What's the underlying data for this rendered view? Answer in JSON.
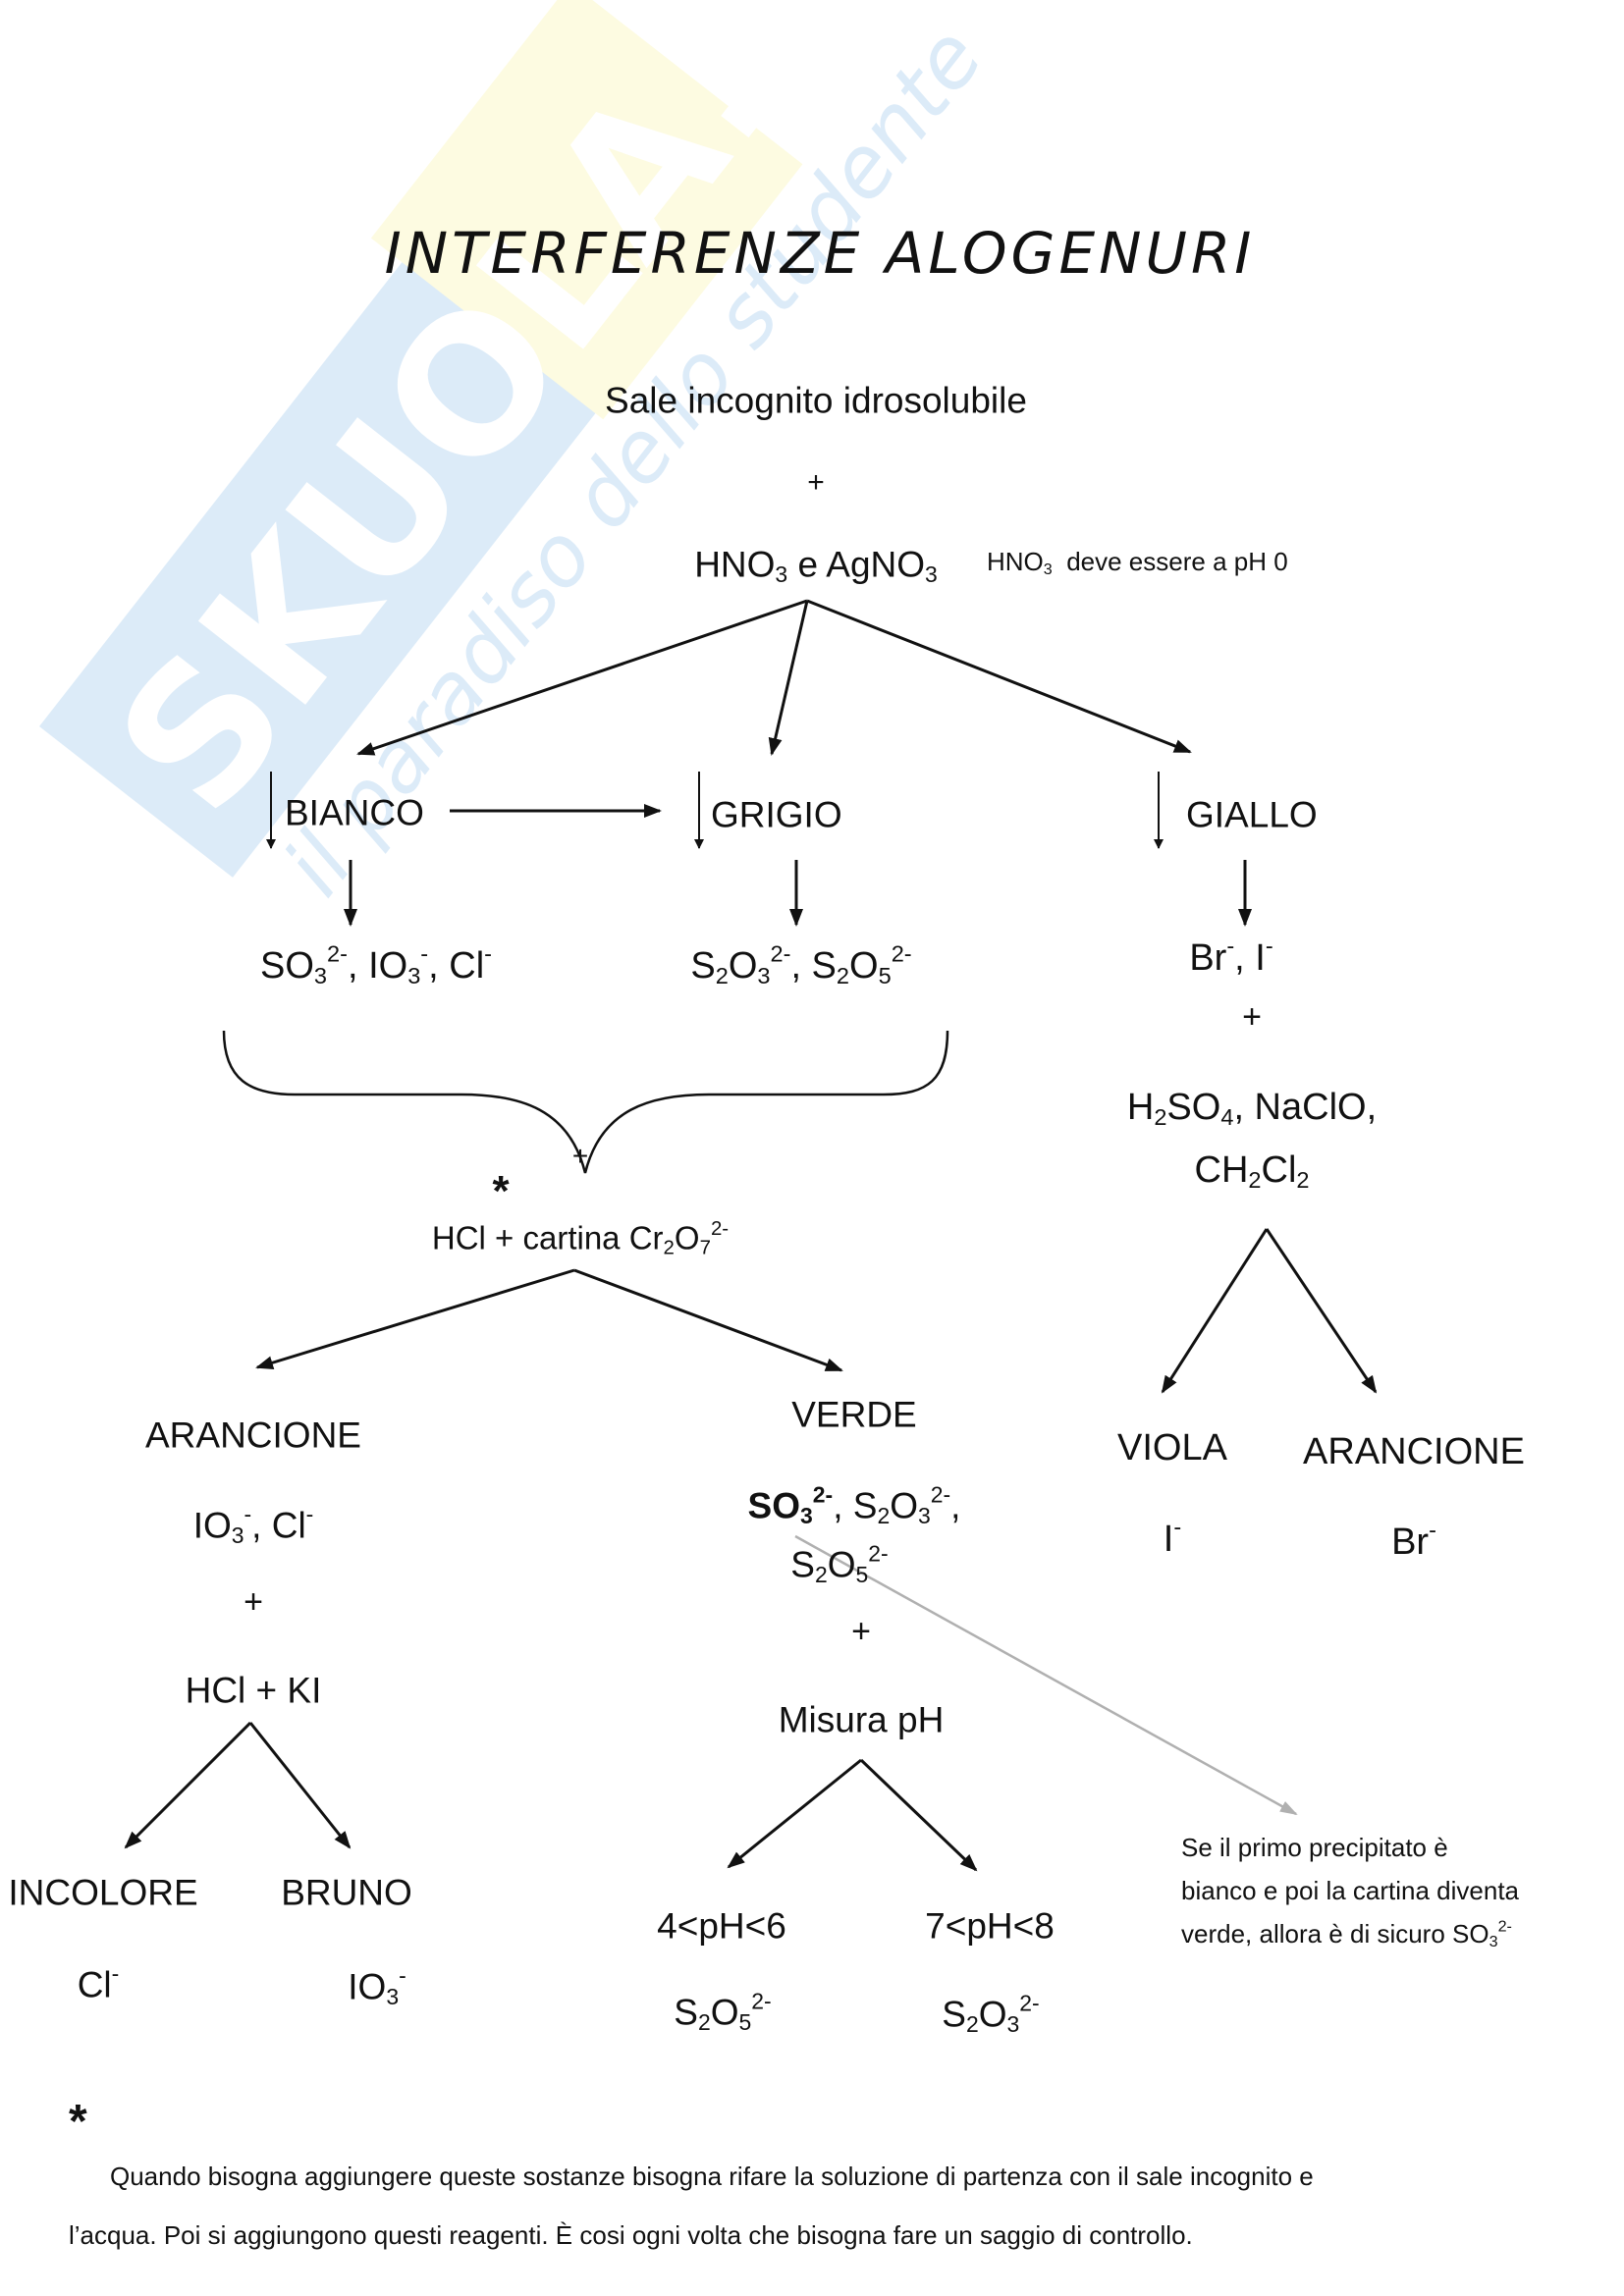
{
  "watermark": {
    "brand": "SKUOLA.net",
    "tagline": "il paradiso dello studente"
  },
  "title": "INTERFERENZE ALOGENURI",
  "start": {
    "sample": "Sale incognito idrosolubile",
    "plus": "+",
    "reagent_parts": [
      "HNO",
      "3",
      " e AgNO",
      "3"
    ],
    "note_parts": [
      "HNO",
      "3",
      "  deve essere a pH 0"
    ]
  },
  "precipitates": {
    "white": "BIANCO",
    "grey": "GRIGIO",
    "yellow": "GIALLO"
  },
  "ions": {
    "white": [
      "SO",
      "3",
      "2-",
      ", IO",
      "3",
      "-",
      ", Cl",
      "-"
    ],
    "grey": [
      "S",
      "2",
      "O",
      "3",
      "2-",
      ", S",
      "2",
      "O",
      "5",
      "2-"
    ],
    "yellow": [
      "Br",
      "-",
      ", I",
      "-"
    ]
  },
  "yellow_branch": {
    "plus": "+",
    "reagents_line1": [
      "H",
      "2",
      "SO",
      "4",
      ", NaClO,"
    ],
    "reagents_line2": [
      "CH",
      "2",
      "Cl",
      "2"
    ],
    "results": [
      {
        "color": "VIOLA",
        "ion": [
          "I",
          "-"
        ]
      },
      {
        "color": "ARANCIONE",
        "ion": [
          "Br",
          "-"
        ]
      }
    ]
  },
  "merge": {
    "plus": "+",
    "asterisk": "*",
    "reagent": [
      "HCl + cartina Cr",
      "2",
      "O",
      "7",
      "2-"
    ]
  },
  "orange_branch": {
    "color": "ARANCIONE",
    "ions": [
      "IO",
      "3",
      "-",
      ", Cl",
      "-"
    ],
    "plus": "+",
    "reagent": "HCl + KI",
    "results": [
      {
        "color": "INCOLORE",
        "ion": [
          "Cl",
          "-"
        ]
      },
      {
        "color": "BRUNO",
        "ion": [
          "IO",
          "3",
          "-"
        ]
      }
    ]
  },
  "green_branch": {
    "color": "VERDE",
    "ions_line1": [
      "SO",
      "3",
      "2-",
      ", S",
      "2",
      "O",
      "3",
      "2-",
      ","
    ],
    "ions_line2": [
      "S",
      "2",
      "O",
      "5",
      "2-"
    ],
    "plus": "+",
    "reagent": "Misura pH",
    "results": [
      {
        "range": "4<pH<6",
        "ion": [
          "S",
          "2",
          "O",
          "5",
          "2-"
        ]
      },
      {
        "range": "7<pH<8",
        "ion": [
          "S",
          "2",
          "O",
          "3",
          "2-"
        ]
      }
    ]
  },
  "side_note": {
    "line1": "Se il primo precipitato è",
    "line2": "bianco e poi la cartina diventa",
    "line3_parts": [
      "verde, allora è di sicuro SO",
      "3",
      "2-"
    ]
  },
  "footnote": {
    "asterisk": "*",
    "line1": "Quando bisogna aggiungere queste sostanze bisogna rifare la soluzione di partenza con il sale incognito e",
    "line2": "l’acqua. Poi si aggiungono questi reagenti. È cosi ogni volta che bisogna fare un saggio di controllo."
  },
  "colors": {
    "ink": "#111111",
    "note_arrow": "#b0b0b0",
    "watermark_blue": "#dbeaf7",
    "watermark_yellow": "#fdfbe0"
  }
}
